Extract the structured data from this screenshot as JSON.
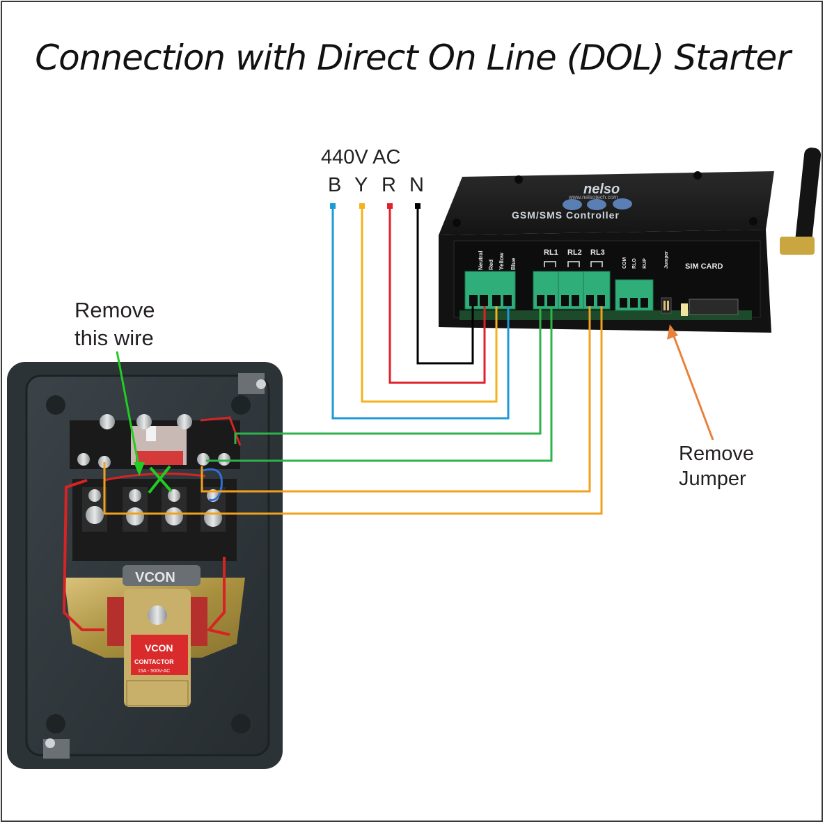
{
  "title": "Connection with Direct On Line (DOL) Starter",
  "supply": {
    "voltage_label": "440V AC",
    "phases": [
      {
        "label": "B",
        "color": "#1b9ad6"
      },
      {
        "label": "Y",
        "color": "#f5b21b"
      },
      {
        "label": "R",
        "color": "#e0202a"
      },
      {
        "label": "N",
        "color": "#000000"
      }
    ]
  },
  "controller": {
    "brand": "nelso",
    "website": "www.nelsotech.com",
    "model_label": "GSM/SMS Controller",
    "power_terminals": [
      "Neutral",
      "Red",
      "Yellow",
      "Blue"
    ],
    "relay_labels": [
      "RL1",
      "RL2",
      "RL3"
    ],
    "aux_terminals": [
      "COM",
      "RLO",
      "RUP"
    ],
    "jumper_label": "Jumper",
    "sim_label": "SIM CARD"
  },
  "starter": {
    "brand_plate": "VCON",
    "contactor_brand": "VCON",
    "contactor_label": "CONTACTOR",
    "contactor_rating": "15A - 500V-AC"
  },
  "annotations": {
    "remove_wire": [
      "Remove",
      "this wire"
    ],
    "remove_jumper": [
      "Remove",
      "Jumper"
    ]
  },
  "wire_colors": {
    "relay_green": "#2db34a",
    "relay_orange": "#f0a21e",
    "pointer_green": "#22cc22",
    "pointer_orange": "#e8823a"
  }
}
